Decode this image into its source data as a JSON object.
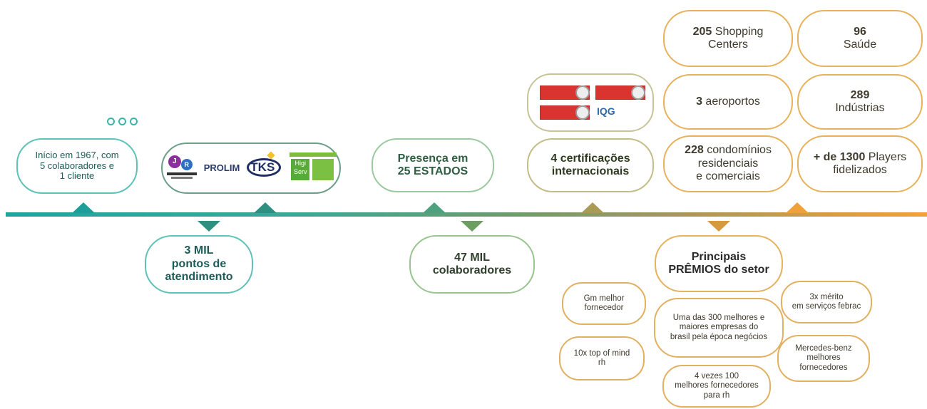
{
  "timeline": {
    "milestones_top": [
      {
        "line1": "Início em 1967, com",
        "line2": "5 colaboradores  e",
        "line3": "1 cliente"
      },
      {
        "company": "PROLIM",
        "logos": [
          "JR logo",
          "TKS Grupo",
          "HigiServ"
        ]
      },
      {
        "line1": "Presença em",
        "line2": "25 ESTADOS"
      },
      {
        "line1": "4 certificações",
        "line2": "internacionais"
      }
    ],
    "milestones_bottom": [
      {
        "line1": "3 MIL",
        "line2": "pontos de",
        "line3": "atendimento"
      },
      {
        "line1": "47 MIL",
        "line2": "colaboradores"
      },
      {
        "line1": "Principais",
        "line2": "PRÊMIOS do setor"
      }
    ]
  },
  "stats": [
    {
      "num": "205",
      "text": "Shopping",
      "text2": "Centers"
    },
    {
      "num": "96",
      "text": "Saúde"
    },
    {
      "num": "3",
      "text": "aeroportos"
    },
    {
      "num": "289",
      "text": "Indústrias"
    },
    {
      "num": "228",
      "text": "condomínios",
      "text2": "residenciais",
      "text3": "e comerciais"
    },
    {
      "num": "+ de 1300",
      "text": "Players",
      "text2": "fidelizados"
    }
  ],
  "awards": [
    {
      "l1": "Gm melhor",
      "l2": "fornecedor"
    },
    {
      "l1": "10x top of mind",
      "l2": "rh"
    },
    {
      "l1": "Uma das 300 melhores e",
      "l2": "maiores empresas do",
      "l3": "brasil pela época negócios"
    },
    {
      "l1": "4 vezes 100",
      "l2": "melhores fornecedores",
      "l3": "para rh"
    },
    {
      "l1": "3x mérito",
      "l2": "em serviços febrac"
    },
    {
      "l1": "Mercedes-benz",
      "l2": "melhores",
      "l3": "fornecedores"
    }
  ],
  "colors": {
    "teal": "#1fa4a0",
    "green": "#5aa87c",
    "olive": "#a79a55",
    "amber": "#f0a23a"
  },
  "icons": [
    "ellipsis-dots-icon",
    "certification-seal-icon",
    "iqg-logo-icon"
  ]
}
